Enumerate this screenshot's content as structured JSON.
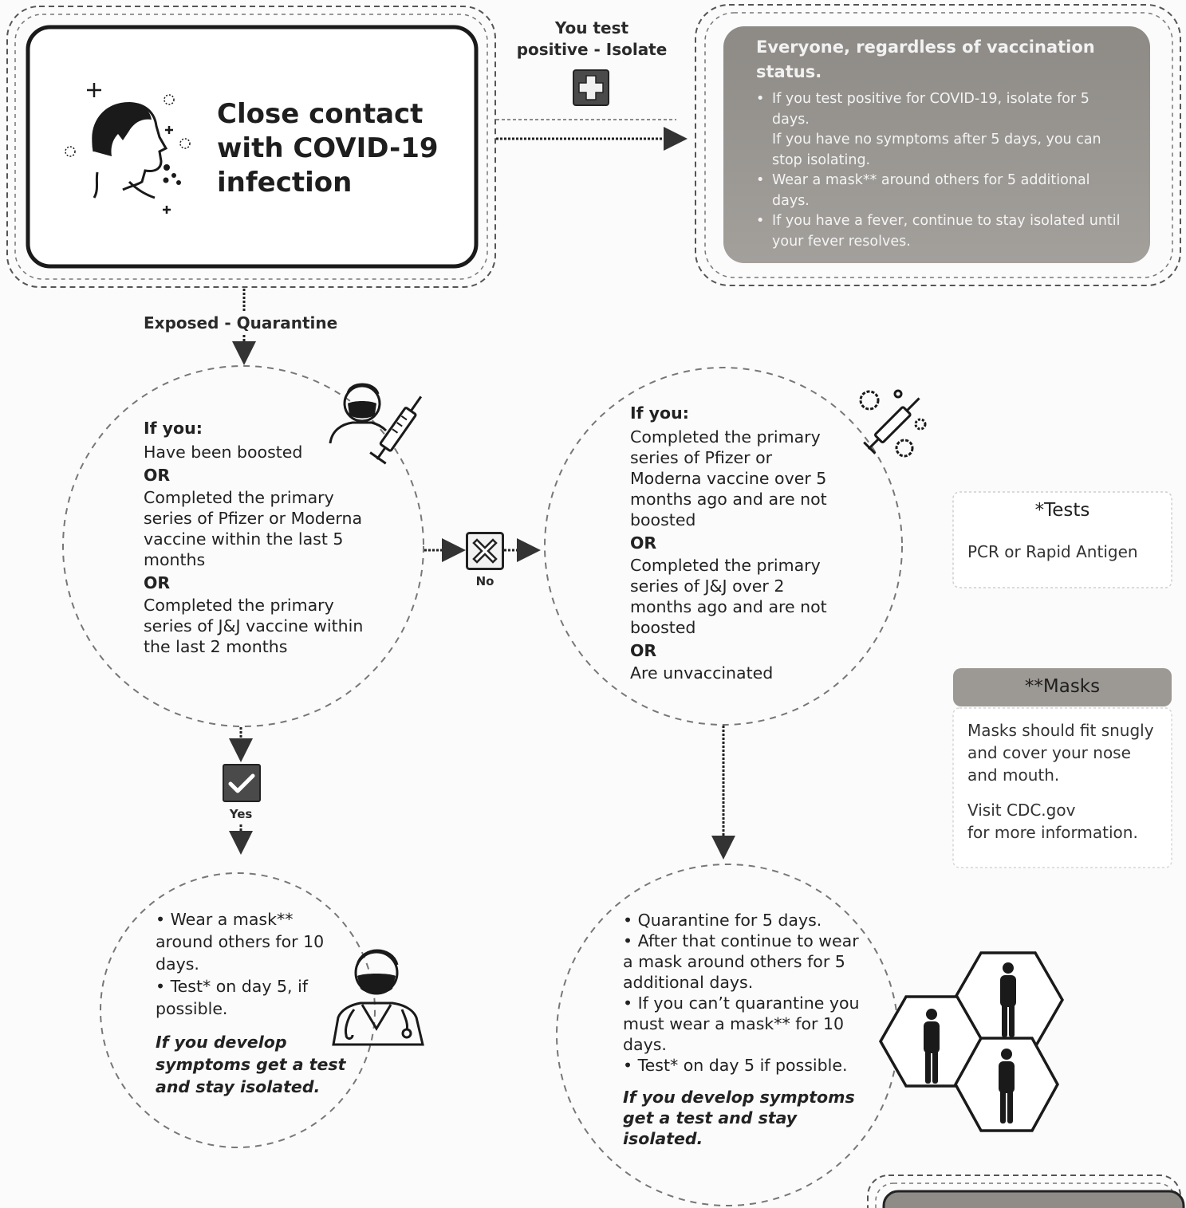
{
  "close_contact": {
    "title_lines": [
      "Close contact",
      "with COVID-19",
      "infection"
    ]
  },
  "positive_branch": {
    "label_line1": "You test",
    "label_line2": "positive - Isolate"
  },
  "isolate_box": {
    "heading": "Everyone, regardless of vaccination status.",
    "bullets": [
      {
        "lines": [
          "If you test positive for COVID-19, isolate for 5 days.",
          "If you have no symptoms after 5 days, you can stop isolating."
        ]
      },
      {
        "lines": [
          "Wear a mask** around others for 5 additional days."
        ]
      },
      {
        "lines": [
          "If you have a fever, continue to stay isolated until your fever resolves."
        ]
      }
    ]
  },
  "exposed_label": "Exposed - Quarantine",
  "boosted_circle": {
    "heading": "If you:",
    "item1": "Have been boosted",
    "or1": "OR",
    "item2": "Completed the primary series of Pfizer or Moderna vaccine within the last 5 months",
    "or2": "OR",
    "item3": "Completed the primary series of J&J vaccine within the last 2 months"
  },
  "not_boosted_circle": {
    "heading": "If you:",
    "item1": "Completed the primary series of Pfizer or Moderna vaccine over 5 months ago and are not boosted",
    "or1": "OR",
    "item2": "Completed the primary series of J&J over 2 months ago and are not boosted",
    "or2": "OR",
    "item3": "Are unvaccinated"
  },
  "decision": {
    "no_label": "No",
    "yes_label": "Yes"
  },
  "yes_result": {
    "bullet1": "• Wear a mask** around others for 10 days.",
    "bullet2": "• Test* on day 5, if possible.",
    "italic": "If you develop symptoms get a test and stay isolated."
  },
  "no_result": {
    "bullet1": "• Quarantine for 5 days.",
    "bullet2": "• After that continue to wear a mask around others for 5 additional days.",
    "bullet3": "• If you can’t quarantine you must wear a mask** for 10 days.",
    "bullet4": "• Test* on day 5 if possible.",
    "italic": "If you develop symptoms get a test and stay isolated."
  },
  "tests_card": {
    "title": "*Tests",
    "body": "PCR or Rapid Antigen"
  },
  "masks_card": {
    "title": "**Masks",
    "body1": "Masks should fit snugly and cover your nose and mouth.",
    "body2_line1": "Visit CDC.gov",
    "body2_line2": "for more information."
  },
  "icons": [
    "head-profile-icon",
    "plus-box-icon",
    "masked-person-syringe-icon",
    "x-box-icon",
    "virus-syringe-icon",
    "check-box-icon",
    "masked-doctor-icon",
    "person-hexagons-icon"
  ],
  "colors": {
    "grey_box": "#9a9793",
    "dark": "#222222",
    "dashes": "#555555"
  }
}
